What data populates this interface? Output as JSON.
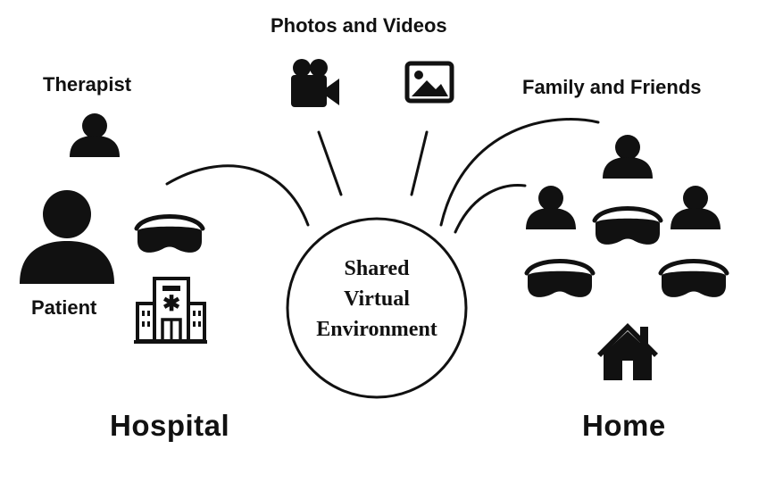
{
  "labels": {
    "photos_videos": "Photos and Videos",
    "therapist": "Therapist",
    "family_friends": "Family and Friends",
    "patient": "Patient",
    "hospital": "Hospital",
    "home": "Home"
  },
  "center": {
    "line1": "Shared",
    "line2": "Virtual",
    "line3": "Environment"
  },
  "icons": {
    "video_camera": "video-camera-icon",
    "image": "image-icon",
    "person": "person-icon",
    "vr_headset": "vr-headset-icon",
    "hospital": "hospital-building-icon",
    "home": "house-icon"
  },
  "colors": {
    "ink": "#111111",
    "background": "#ffffff"
  }
}
